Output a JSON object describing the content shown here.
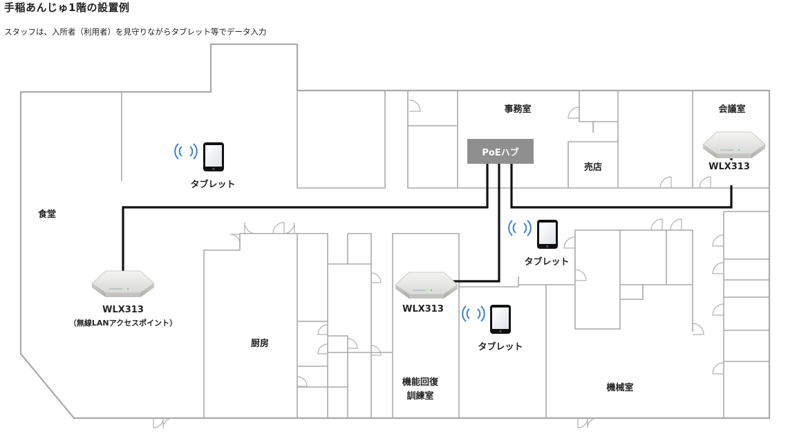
{
  "title": "手稲あんじゅ1階の設置例",
  "subtitle": "スタッフは、入所者（利用者）を見守りながらタブレット等でデータ入力",
  "hub": {
    "label": "PoEハブ"
  },
  "rooms": {
    "dining": "食堂",
    "office": "事務室",
    "meeting": "会議室",
    "shop": "売店",
    "kitchen": "厨房",
    "rehab_line1": "機能回復",
    "rehab_line2": "訓練室",
    "machine": "機械室"
  },
  "access_points": [
    {
      "id": "ap-dining",
      "model": "WLX313",
      "sub": "（無線LANアクセスポイント）"
    },
    {
      "id": "ap-rehab",
      "model": "WLX313",
      "sub": ""
    },
    {
      "id": "ap-meeting",
      "model": "WLX313",
      "sub": ""
    }
  ],
  "tablets": [
    {
      "label": "タブレット"
    },
    {
      "label": "タブレット"
    },
    {
      "label": "タブレット"
    }
  ],
  "colors": {
    "walls": "#a9a9a9",
    "cable": "#111111",
    "hub": "#8f8f8f",
    "signal": "#3a7fd5"
  }
}
